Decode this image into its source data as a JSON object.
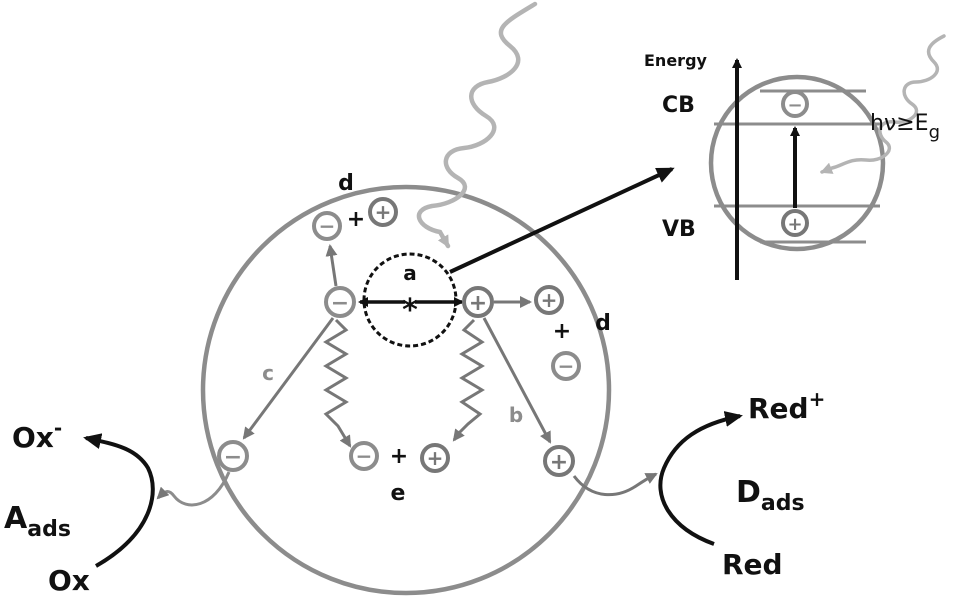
{
  "diagram": {
    "labels": {
      "a": "a",
      "b": "b",
      "c": "c",
      "d_top": "d",
      "d_right": "d",
      "e": "e",
      "star": "*"
    },
    "signs": {
      "minus": "−",
      "plus": "+"
    },
    "energy_inset": {
      "energy": "Energy",
      "cb": "CB",
      "vb": "VB",
      "photon_prefix": "hν≥E",
      "photon_subscript": "g"
    },
    "left_side": {
      "ox_minus": "Ox",
      "ox_minus_sup": "-",
      "a_ads": "A",
      "a_ads_sub": "ads",
      "ox": "Ox"
    },
    "right_side": {
      "red_plus": "Red",
      "red_plus_sup": "+",
      "d_ads": "D",
      "d_ads_sub": "ads",
      "red": "Red"
    },
    "colors": {
      "circle": "#8c8c8c",
      "arrow_gray": "#777777",
      "photon": "#b4b4b4",
      "text": "#111111"
    }
  }
}
